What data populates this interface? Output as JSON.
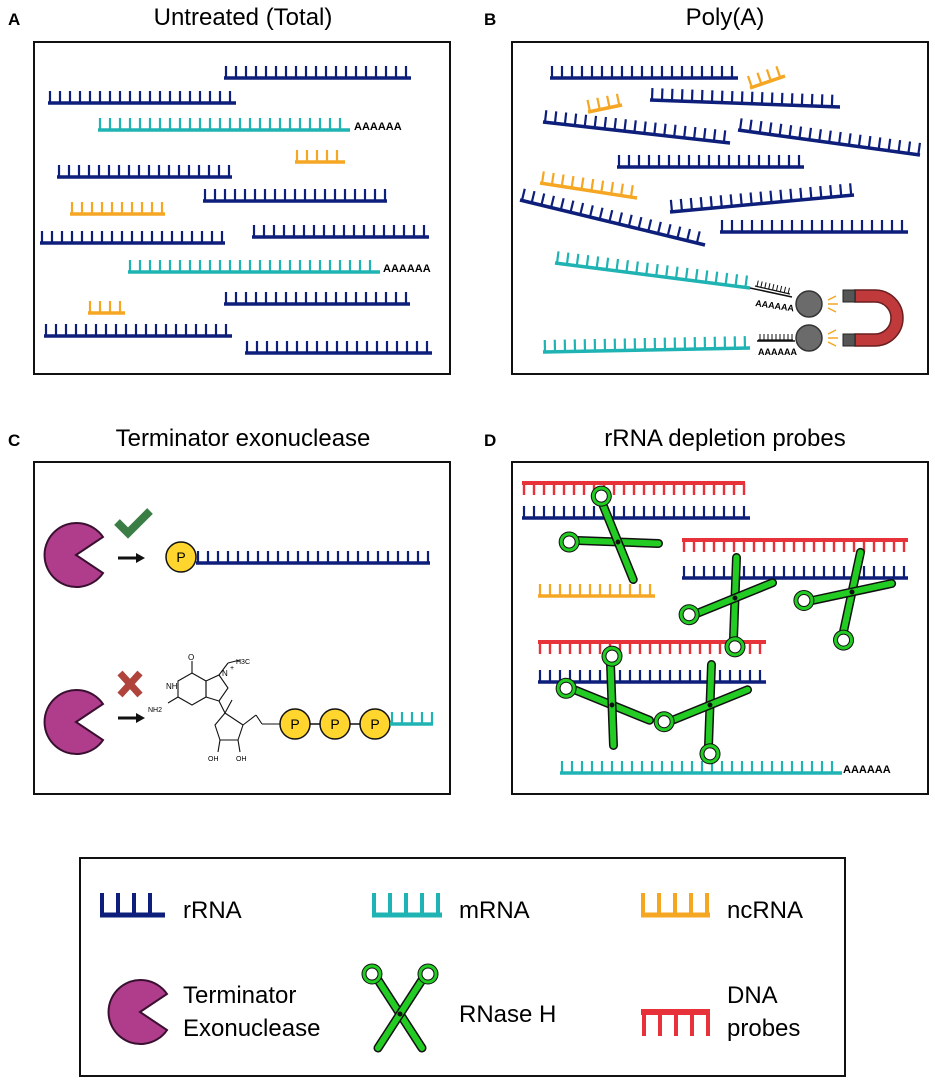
{
  "panels": {
    "a": {
      "letter": "A",
      "title": "Untreated (Total)",
      "polyA": "AAAAAA"
    },
    "b": {
      "letter": "B",
      "title": "Poly(A)",
      "polyA": "AAAAAA"
    },
    "c": {
      "letter": "C",
      "title": "Terminator exonuclease",
      "phosphate": "P",
      "chem": {
        "o": "O",
        "nh": "NH",
        "n": "N",
        "nh2": "NH2",
        "ch3": "H3C",
        "plus": "+",
        "oh1": "OH",
        "oh2": "OH"
      }
    },
    "d": {
      "letter": "D",
      "title": "rRNA depletion probes",
      "polyA": "AAAAAA"
    }
  },
  "legend": {
    "rrna": "rRNA",
    "mrna": "mRNA",
    "ncrna": "ncRNA",
    "exo_line1": "Terminator",
    "exo_line2": "Exonuclease",
    "rnase": "RNase H",
    "dna_line1": "DNA",
    "dna_line2": "probes"
  },
  "colors": {
    "rrna": "#0d1f7a",
    "mrna": "#1fb3b3",
    "ncrna": "#f5a623",
    "probe": "#e8323a",
    "exonuclease": "#b03c8c",
    "phosphate": "#ffd52e",
    "scissors": "#22cc22",
    "check": "#3a7d45",
    "cross": "#b0443c",
    "magnet": "#c0393b"
  }
}
